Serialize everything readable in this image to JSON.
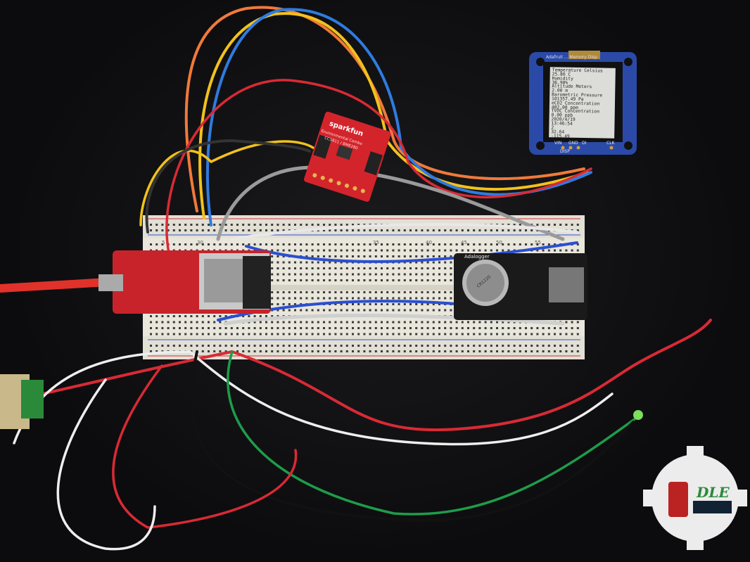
{
  "display": {
    "header": "Adafruit ... Memory Disp",
    "lines": [
      "Temperature Celsius",
      "25.86 C",
      "Humidity",
      "36.90%",
      "Altitude Meters",
      "2.00 m",
      "Barometric Pressure",
      "101357.49 Pa",
      "eCO2 Concentration",
      "402.00 ppm",
      "TVOC Concentration",
      "0.00 ppb",
      "2020/4/19",
      "13:46:54",
      "2",
      "32.64",
      "-115.49"
    ],
    "pins": [
      "VIN",
      "DISP",
      "GND",
      "DI",
      "CLK"
    ]
  },
  "sensor_board": {
    "brand": "sparkfun",
    "title": "Environmental Combo",
    "subtitle": "CCS811 / BME280"
  },
  "logger_board": {
    "label": "Adalogger",
    "battery": "CR1220"
  },
  "breadboard": {
    "numbers": [
      "5",
      "30",
      "35",
      "40",
      "45",
      "50",
      "55"
    ]
  },
  "logo": {
    "text": "DLE"
  },
  "colors": {
    "background": "#0d0d0f",
    "sparkfun_red": "#d3242c",
    "adafruit_blue": "#2b4aa8",
    "breadboard": "#e9e6dc"
  }
}
